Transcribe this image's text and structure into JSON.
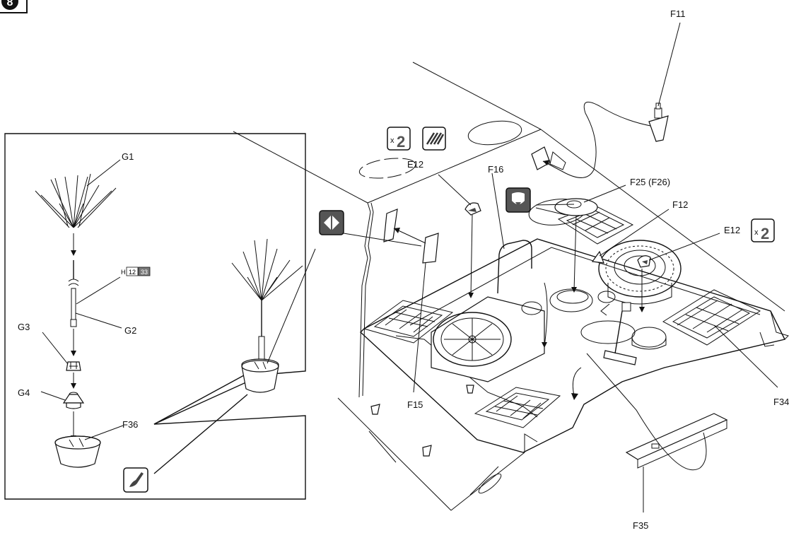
{
  "step_number": "8",
  "labels": {
    "G1": "G1",
    "G2": "G2",
    "G3": "G3",
    "G4": "G4",
    "F36": "F36",
    "F11": "F11",
    "F12": "F12",
    "E12_left": "E12",
    "E12_right": "E12",
    "F16": "F16",
    "F25": "F25 (F26)",
    "F15": "F15",
    "F34": "F34",
    "F35": "F35"
  },
  "paint_code": {
    "prefix": "H",
    "codes": [
      "12",
      "33"
    ]
  },
  "symbols": {
    "times_two_left": "x2",
    "times_two_right": "x2",
    "cement_icon": "cement-stripes-icon",
    "reposition_icon": "move-arrows-icon",
    "press_icon": "press-down-icon",
    "brush_icon": "paint-brush-icon"
  }
}
